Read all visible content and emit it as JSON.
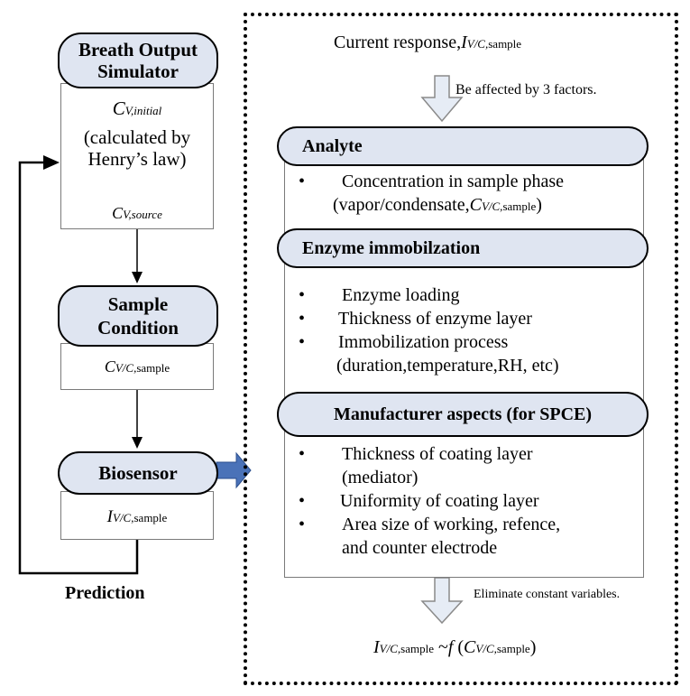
{
  "left": {
    "breath": {
      "title": "Breath Output Simulator",
      "c_initial_sub": "V,initial",
      "calc_line1": "(calculated by",
      "calc_line2": "Henry’s law)",
      "c_source_sub": "V,source"
    },
    "sample": {
      "title": "Sample Condition",
      "c_sub_italic": "V/C,",
      "c_sub_text": "sample"
    },
    "biosensor": {
      "title": "Biosensor",
      "i_sub_italic": "V/C,",
      "i_sub_text": "sample"
    },
    "prediction": "Prediction"
  },
  "right": {
    "current_response": "Current response,",
    "i_sub_italic": "V/C,",
    "i_sub_text": "sample",
    "affected": "Be affected by 3 factors.",
    "analyte": {
      "title": "Analyte",
      "items": [
        "Concentration in sample phase"
      ],
      "line2_prefix": "(vapor/condensate,",
      "line2_sub_italic": "V/C,",
      "line2_sub_text": "sample",
      "line2_suffix": ")"
    },
    "enzyme": {
      "title": "Enzyme immobilzation",
      "items": [
        "Enzyme loading",
        "Thickness of enzyme layer",
        "Immobilization process"
      ],
      "items_cont": "(duration,temperature,RH, etc)"
    },
    "manufacturer": {
      "title": "Manufacturer aspects (for SPCE)",
      "item1": "Thickness of coating layer",
      "item1_cont": "(mediator)",
      "item2": "Uniformity of coating layer",
      "item3": "Area size of working, refence,",
      "item3_cont": "and counter electrode"
    },
    "eliminate": "Eliminate constant variables.",
    "formula": {
      "lhs_sub_italic": "V/C,",
      "lhs_sub_text": "sample",
      "tilde": "~",
      "rhs_sub_italic": "V/C,",
      "rhs_sub_text": "sample"
    }
  },
  "colors": {
    "pill_fill": "#dfe5f1",
    "arrow_fill": "#e6ecf5",
    "arrow_blue": "#4a72b8"
  }
}
